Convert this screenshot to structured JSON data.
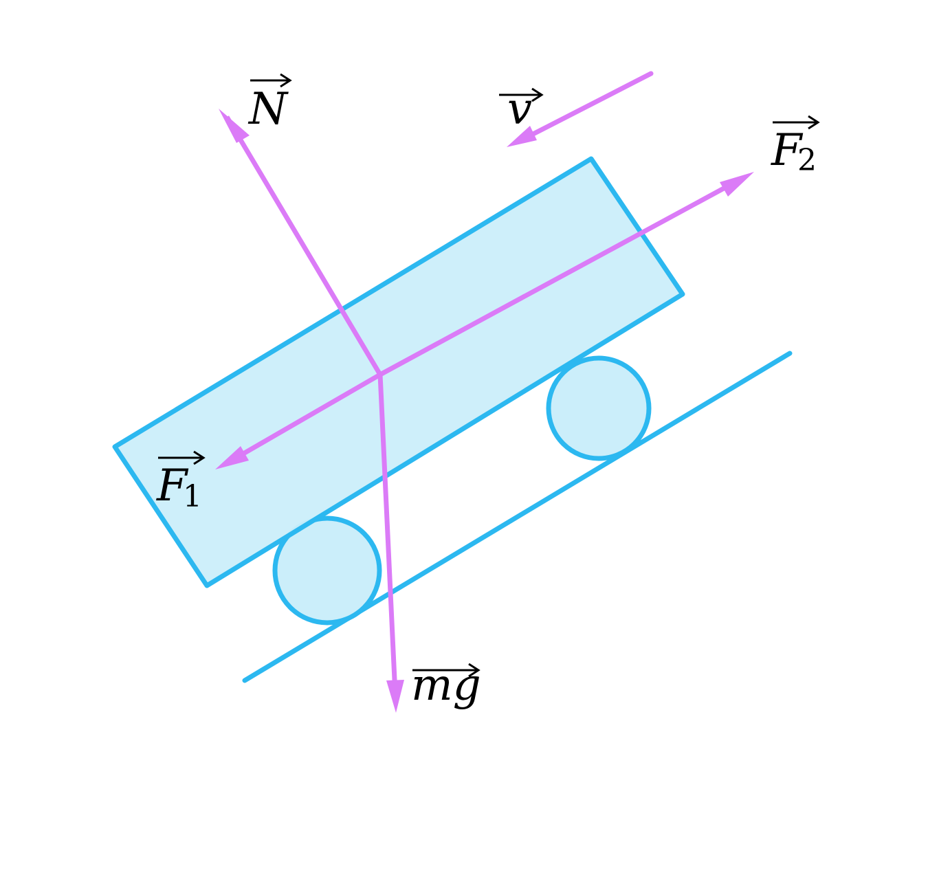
{
  "colors": {
    "body_stroke": "#2cb8f0",
    "body_fill": "#cbeefa",
    "vector": "#db7bf7",
    "text": "#000000"
  },
  "labels": {
    "normal_force": "N",
    "velocity": "v",
    "force_2": "F",
    "force_2_subscript": "2",
    "force_1": "F",
    "force_1_subscript": "1",
    "weight": "mg"
  }
}
